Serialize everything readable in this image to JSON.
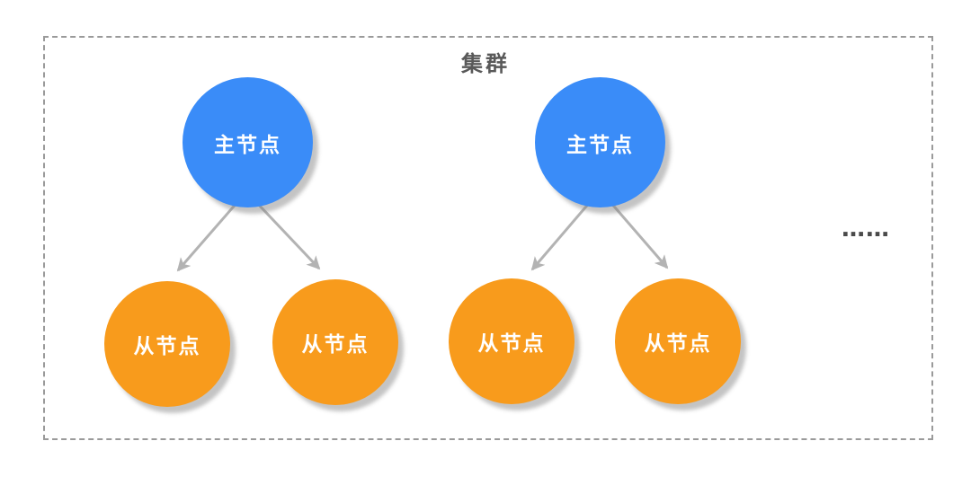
{
  "diagram": {
    "title": "集群",
    "ellipsis": "……",
    "nodes": [
      {
        "id": "master-1",
        "label": "主节点",
        "type": "master"
      },
      {
        "id": "master-2",
        "label": "主节点",
        "type": "master"
      },
      {
        "id": "slave-1",
        "label": "从节点",
        "type": "slave"
      },
      {
        "id": "slave-2",
        "label": "从节点",
        "type": "slave"
      },
      {
        "id": "slave-3",
        "label": "从节点",
        "type": "slave"
      },
      {
        "id": "slave-4",
        "label": "从节点",
        "type": "slave"
      }
    ],
    "edges": [
      {
        "from": "master-1",
        "to": "slave-1"
      },
      {
        "from": "master-1",
        "to": "slave-2"
      },
      {
        "from": "master-2",
        "to": "slave-3"
      },
      {
        "from": "master-2",
        "to": "slave-4"
      }
    ],
    "colors": {
      "master_node": "#3a8cf8",
      "slave_node": "#f89b1c",
      "node_text": "#ffffff",
      "arrow": "#b3b3b3",
      "border": "#9a9a9a",
      "title_text": "#595959",
      "ellipsis_text": "#4a4a4a"
    }
  }
}
